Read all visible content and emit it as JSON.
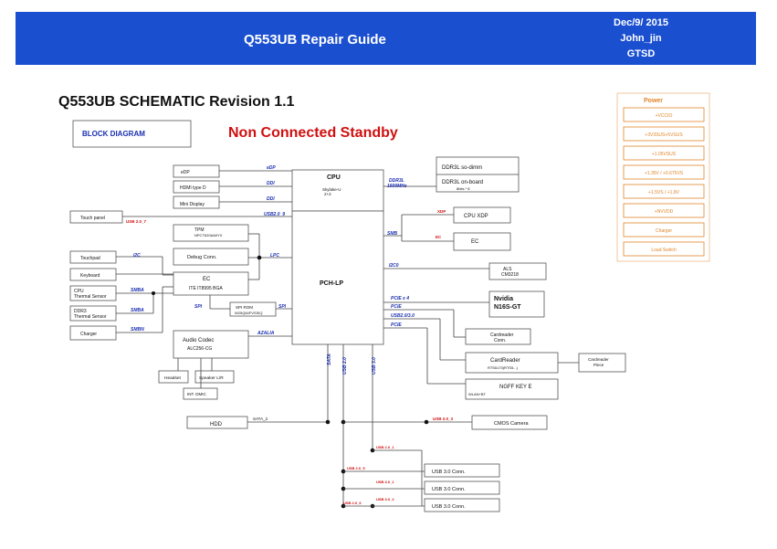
{
  "header": {
    "title": "Q553UB Repair Guide",
    "date": "Dec/9/ 2015",
    "author": "John_jin",
    "dept": "GTSD"
  },
  "page_title": "Q553UB SCHEMATIC Revision 1.1",
  "block_diagram_label": "BLOCK DIAGRAM",
  "mode_label": "Non Connected Standby",
  "blocks": {
    "cpu": "CPU",
    "cpu_sub": "Skylake-U",
    "cpu_sub2": "2+2",
    "pch": "PCH-LP",
    "edp": "eDP",
    "hdmi": "HDMI type D",
    "mini_display": "Mini Display",
    "touch_panel": "Touch panel",
    "tpm": "TPM",
    "tpm_sub": "NPCT620AA0YX",
    "debug": "Debug Conn.",
    "touchpad": "Touchpad",
    "keyboard": "Keyboard",
    "ec": "EC",
    "ec_sub": "ITE IT8995 BGA",
    "cpu_thermal_1": "CPU",
    "cpu_thermal_2": "Thermal Sensor",
    "ddr_thermal_1": "DDR3",
    "ddr_thermal_2": "Thermal Sensor",
    "charger": "Charger",
    "spi_rom": "SPI ROM",
    "spi_rom_sub": "W25Q64FVSSIQ",
    "audio": "Audio Codec",
    "audio_sub": "ALC256-CG",
    "headset": "Headset",
    "speaker": "Speaker L/R",
    "int_dmic": "INT. DMIC",
    "hdd": "HDD",
    "ddr_sodimm": "DDR3L so-dimm",
    "ddr_onboard": "DDR3L on-board",
    "ddr_onboard_sub": "8bits * 8",
    "cpu_xdp": "CPU XDP",
    "ec2": "EC",
    "als": "ALS",
    "als_sub": "CM3218",
    "nvidia": "Nvidia",
    "nvidia_sub": "N16S-GT",
    "cardreader_conn_1": "Cardreader",
    "cardreader_conn_2": "Conn.",
    "cardreader": "CardReader",
    "cardreader_sub": "RTS5170(RTS5...)",
    "cardreader_piece_1": "Cardreader",
    "cardreader_piece_2": "Piece",
    "ngff": "NGFF KEY E",
    "ngff_sub": "WLAN+BT",
    "cmos": "CMOS Camera",
    "usb1": "USB 3.0 Conn.",
    "usb2": "USB 3.0 Conn.",
    "usb3": "USB 3.0 Conn."
  },
  "buses": {
    "edp": "eDP",
    "ddi1": "DDI",
    "ddi2": "DDI",
    "usb20_9": "USB2.0_9",
    "ddr3l": "DDR3L",
    "ddr3l_2": "1600MHz",
    "smb": "SMB",
    "lpc": "LPC",
    "i2c0": "I2C0",
    "i2c1": "I2C",
    "pcie_x4": "PCIE x 4",
    "pcie": "PCIE",
    "usb2_3": "USB2.0/3.0",
    "pcie2": "PCIE",
    "smbus_1": "SMBA",
    "smbus_2": "SMBA",
    "smbus_3": "SMBN",
    "spi": "SPI",
    "spi2": "SPI",
    "hda": "AZALIA",
    "sata": "SATA_2",
    "pcie_vert": "SATA",
    "usb_vert_1": "USB 2.0",
    "usb_vert_2": "USB 3.0",
    "usb_cmos": "USB 2.0_3",
    "usb_touch": "USB 2.0_7",
    "xdp": "XDP",
    "ec_red": "EC"
  },
  "usb_labels": {
    "usb_a": "USB 2.0_1",
    "usb_b": "USB 2.0_5",
    "usb_c": "USB 3.0_1",
    "usb_d": "USB 3.0_2",
    "usb_e": "USB 2.0_6"
  },
  "power": {
    "title": "Power",
    "items": [
      "+VCCIO",
      "+3V3SUS+5VSUS",
      "+1.05VSUS",
      "+1.35V / +0.675VS",
      "+1.5VS / +1.8V",
      "+NVVDD",
      "Charger",
      "Load Switch"
    ]
  },
  "colors": {
    "banner": "#1a4fd0",
    "mode_label": "#d01010",
    "power_border": "#e0862a",
    "bus_label": "#1a2fb0"
  }
}
